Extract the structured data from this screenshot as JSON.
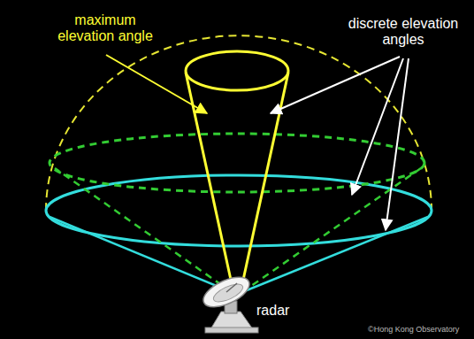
{
  "diagram": {
    "labels": [
      "maximum elevation angle",
      "discrete elevation angles",
      "radar",
      "©Hong Kong Observatory"
    ]
  }
}
